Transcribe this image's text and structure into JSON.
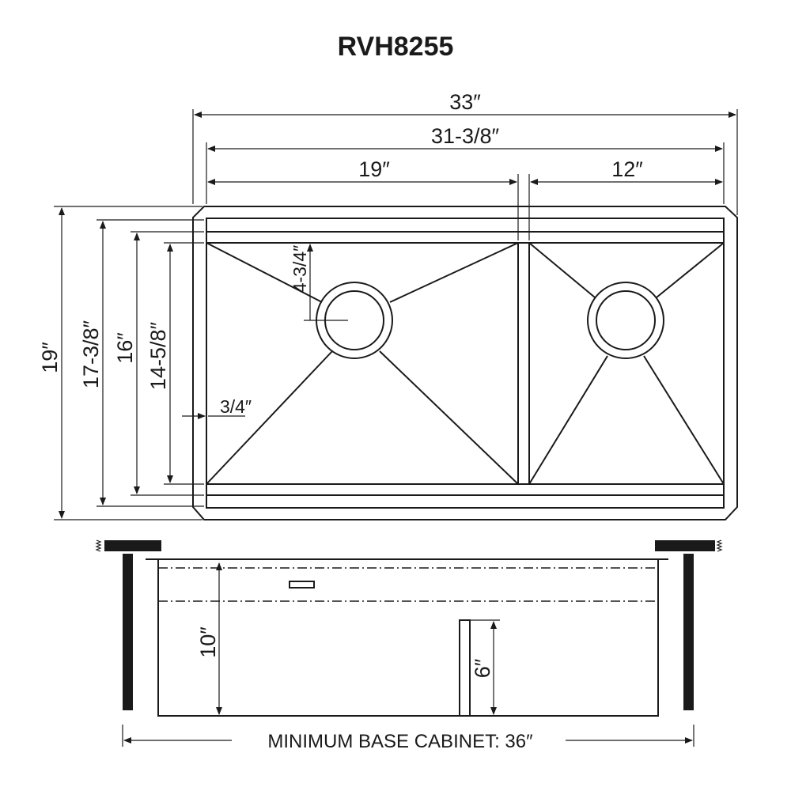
{
  "title": "RVH8255",
  "dimensions": {
    "overall_length": "33″",
    "inner_length": "31-3/8″",
    "large_bowl_width": "19″",
    "small_bowl_width": "12″",
    "overall_depth": "19″",
    "depth_17": "17-3/8″",
    "depth_16": "16″",
    "bowl_depth": "14-5/8″",
    "ledge": "3/4″",
    "drain_offset": "4-3/4″",
    "bowl_height": "10″",
    "divider_height": "6″"
  },
  "footer": {
    "caption": "MINIMUM BASE CABINET: 36″"
  }
}
